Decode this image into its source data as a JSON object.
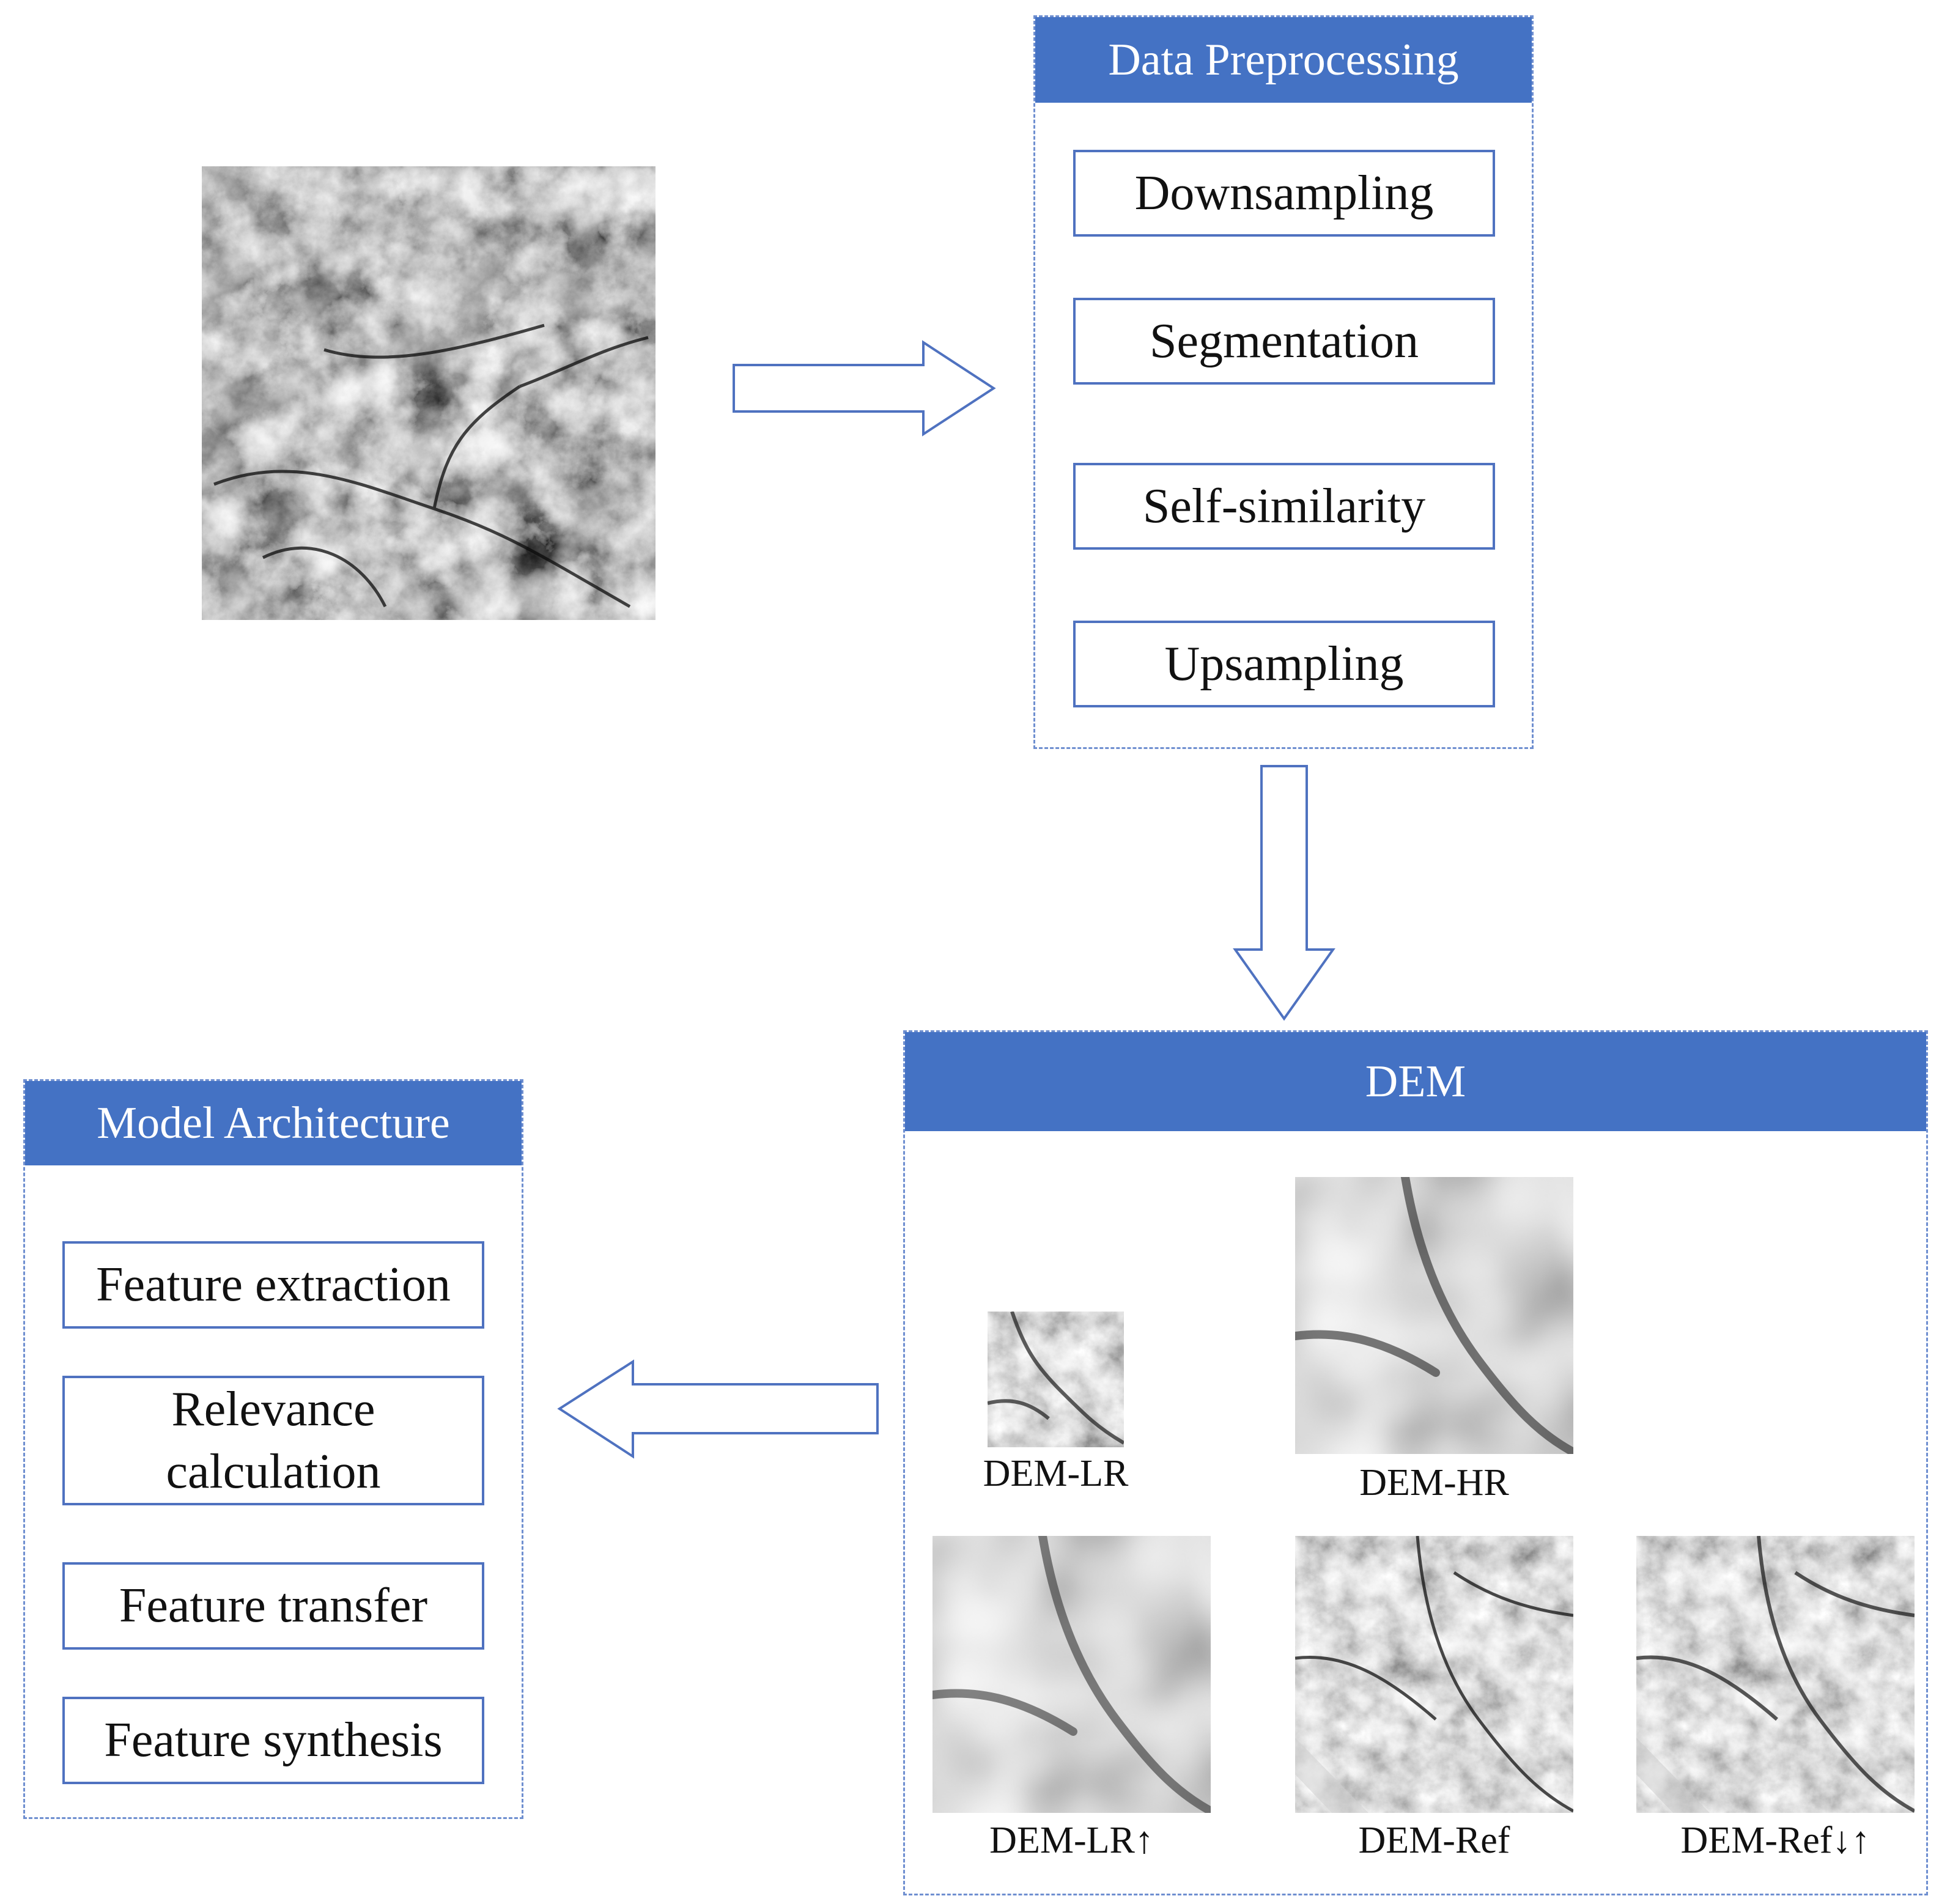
{
  "preprocessing": {
    "title": "Data Preprocessing",
    "steps": [
      "Downsampling",
      "Segmentation",
      "Self-similarity",
      "Upsampling"
    ]
  },
  "dem": {
    "title": "DEM",
    "images": {
      "lr": "DEM-LR",
      "hr": "DEM-HR",
      "lr_up": "DEM-LR↑",
      "ref": "DEM-Ref",
      "ref_down_up": "DEM-Ref↓↑"
    }
  },
  "model": {
    "title": "Model Architecture",
    "steps": [
      "Feature extraction",
      "Relevance\ncalculation",
      "Feature transfer",
      "Feature synthesis"
    ]
  },
  "colors": {
    "header_fill": "#4472c4",
    "box_border": "#4f72c0",
    "arrow_stroke": "#4f72c0"
  }
}
